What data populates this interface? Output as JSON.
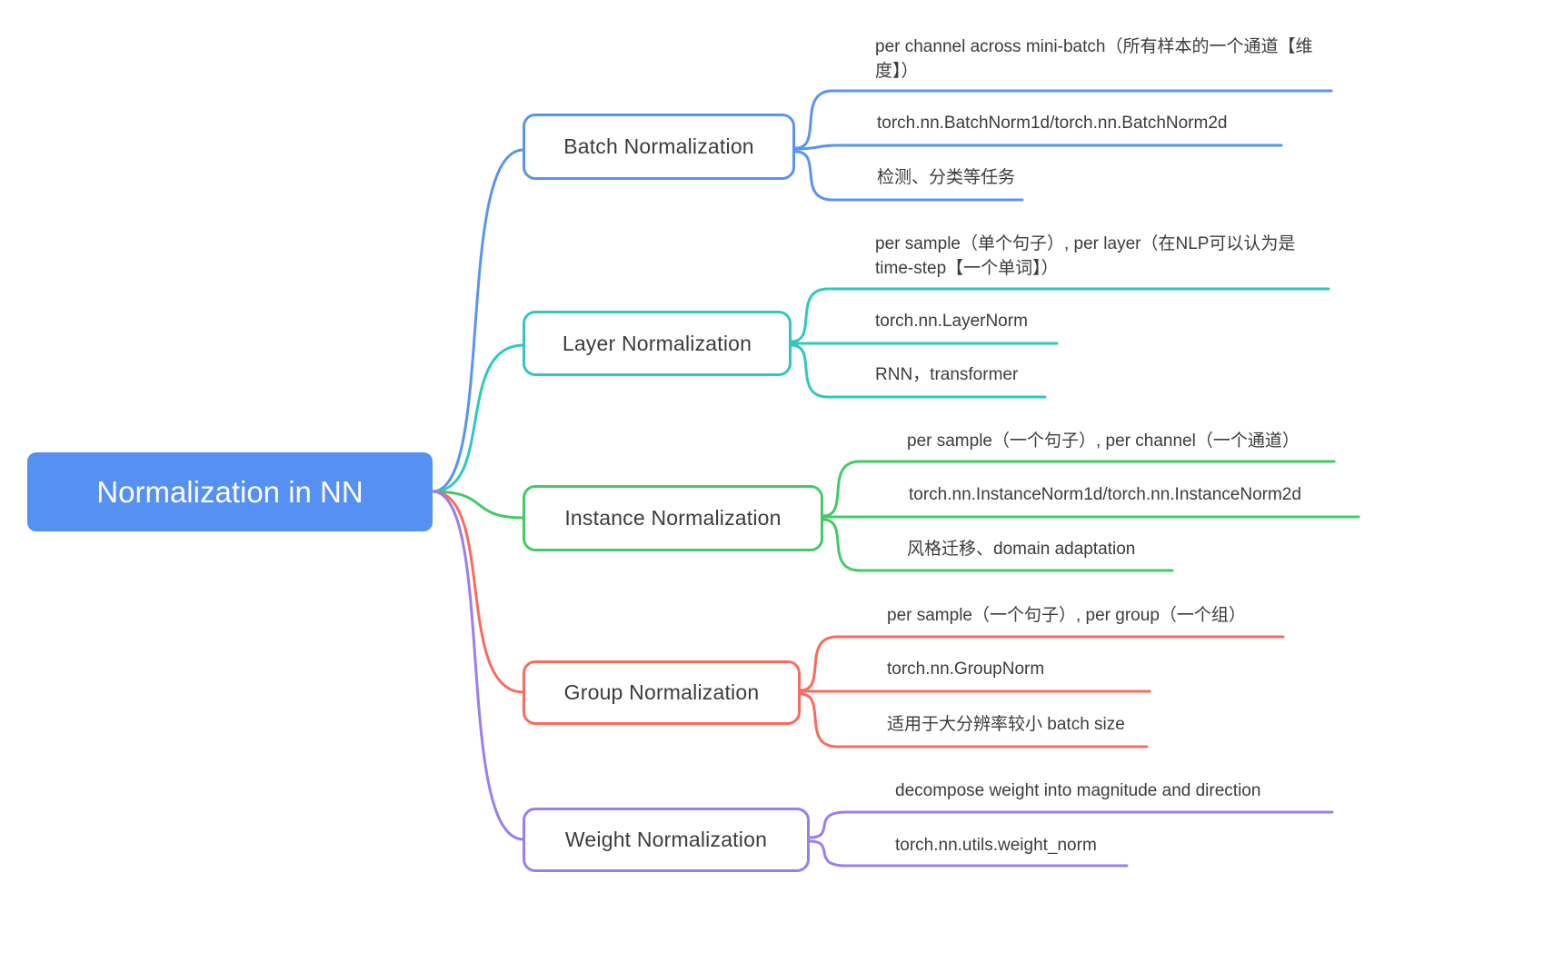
{
  "root": {
    "label": "Normalization in NN",
    "color": "#5590f2"
  },
  "branches": [
    {
      "label": "Batch Normalization",
      "color": "#5b94f0",
      "leaves": [
        "per channel across mini-batch（所有样本的一个通道【维度】）",
        "torch.nn.BatchNorm1d/torch.nn.BatchNorm2d",
        "检测、分类等任务"
      ]
    },
    {
      "label": "Layer Normalization",
      "color": "#2ec8c0",
      "leaves": [
        "per sample（单个句子）, per layer（在NLP可以认为是time-step【一个单词】）",
        "torch.nn.LayerNorm",
        "RNN，transformer"
      ]
    },
    {
      "label": "Instance Normalization",
      "color": "#40cc64",
      "leaves": [
        "per sample（一个句子）, per channel（一个通道）",
        "torch.nn.InstanceNorm1d/torch.nn.InstanceNorm2d",
        "风格迁移、domain adaptation"
      ]
    },
    {
      "label": "Group Normalization",
      "color": "#f96b5e",
      "leaves": [
        "per sample（一个句子）, per group（一个组）",
        "torch.nn.GroupNorm",
        "适用于大分辨率较小 batch size"
      ]
    },
    {
      "label": "Weight Normalization",
      "color": "#9b7eee",
      "leaves": [
        "decompose weight into magnitude and direction",
        "torch.nn.utils.weight_norm"
      ]
    }
  ]
}
